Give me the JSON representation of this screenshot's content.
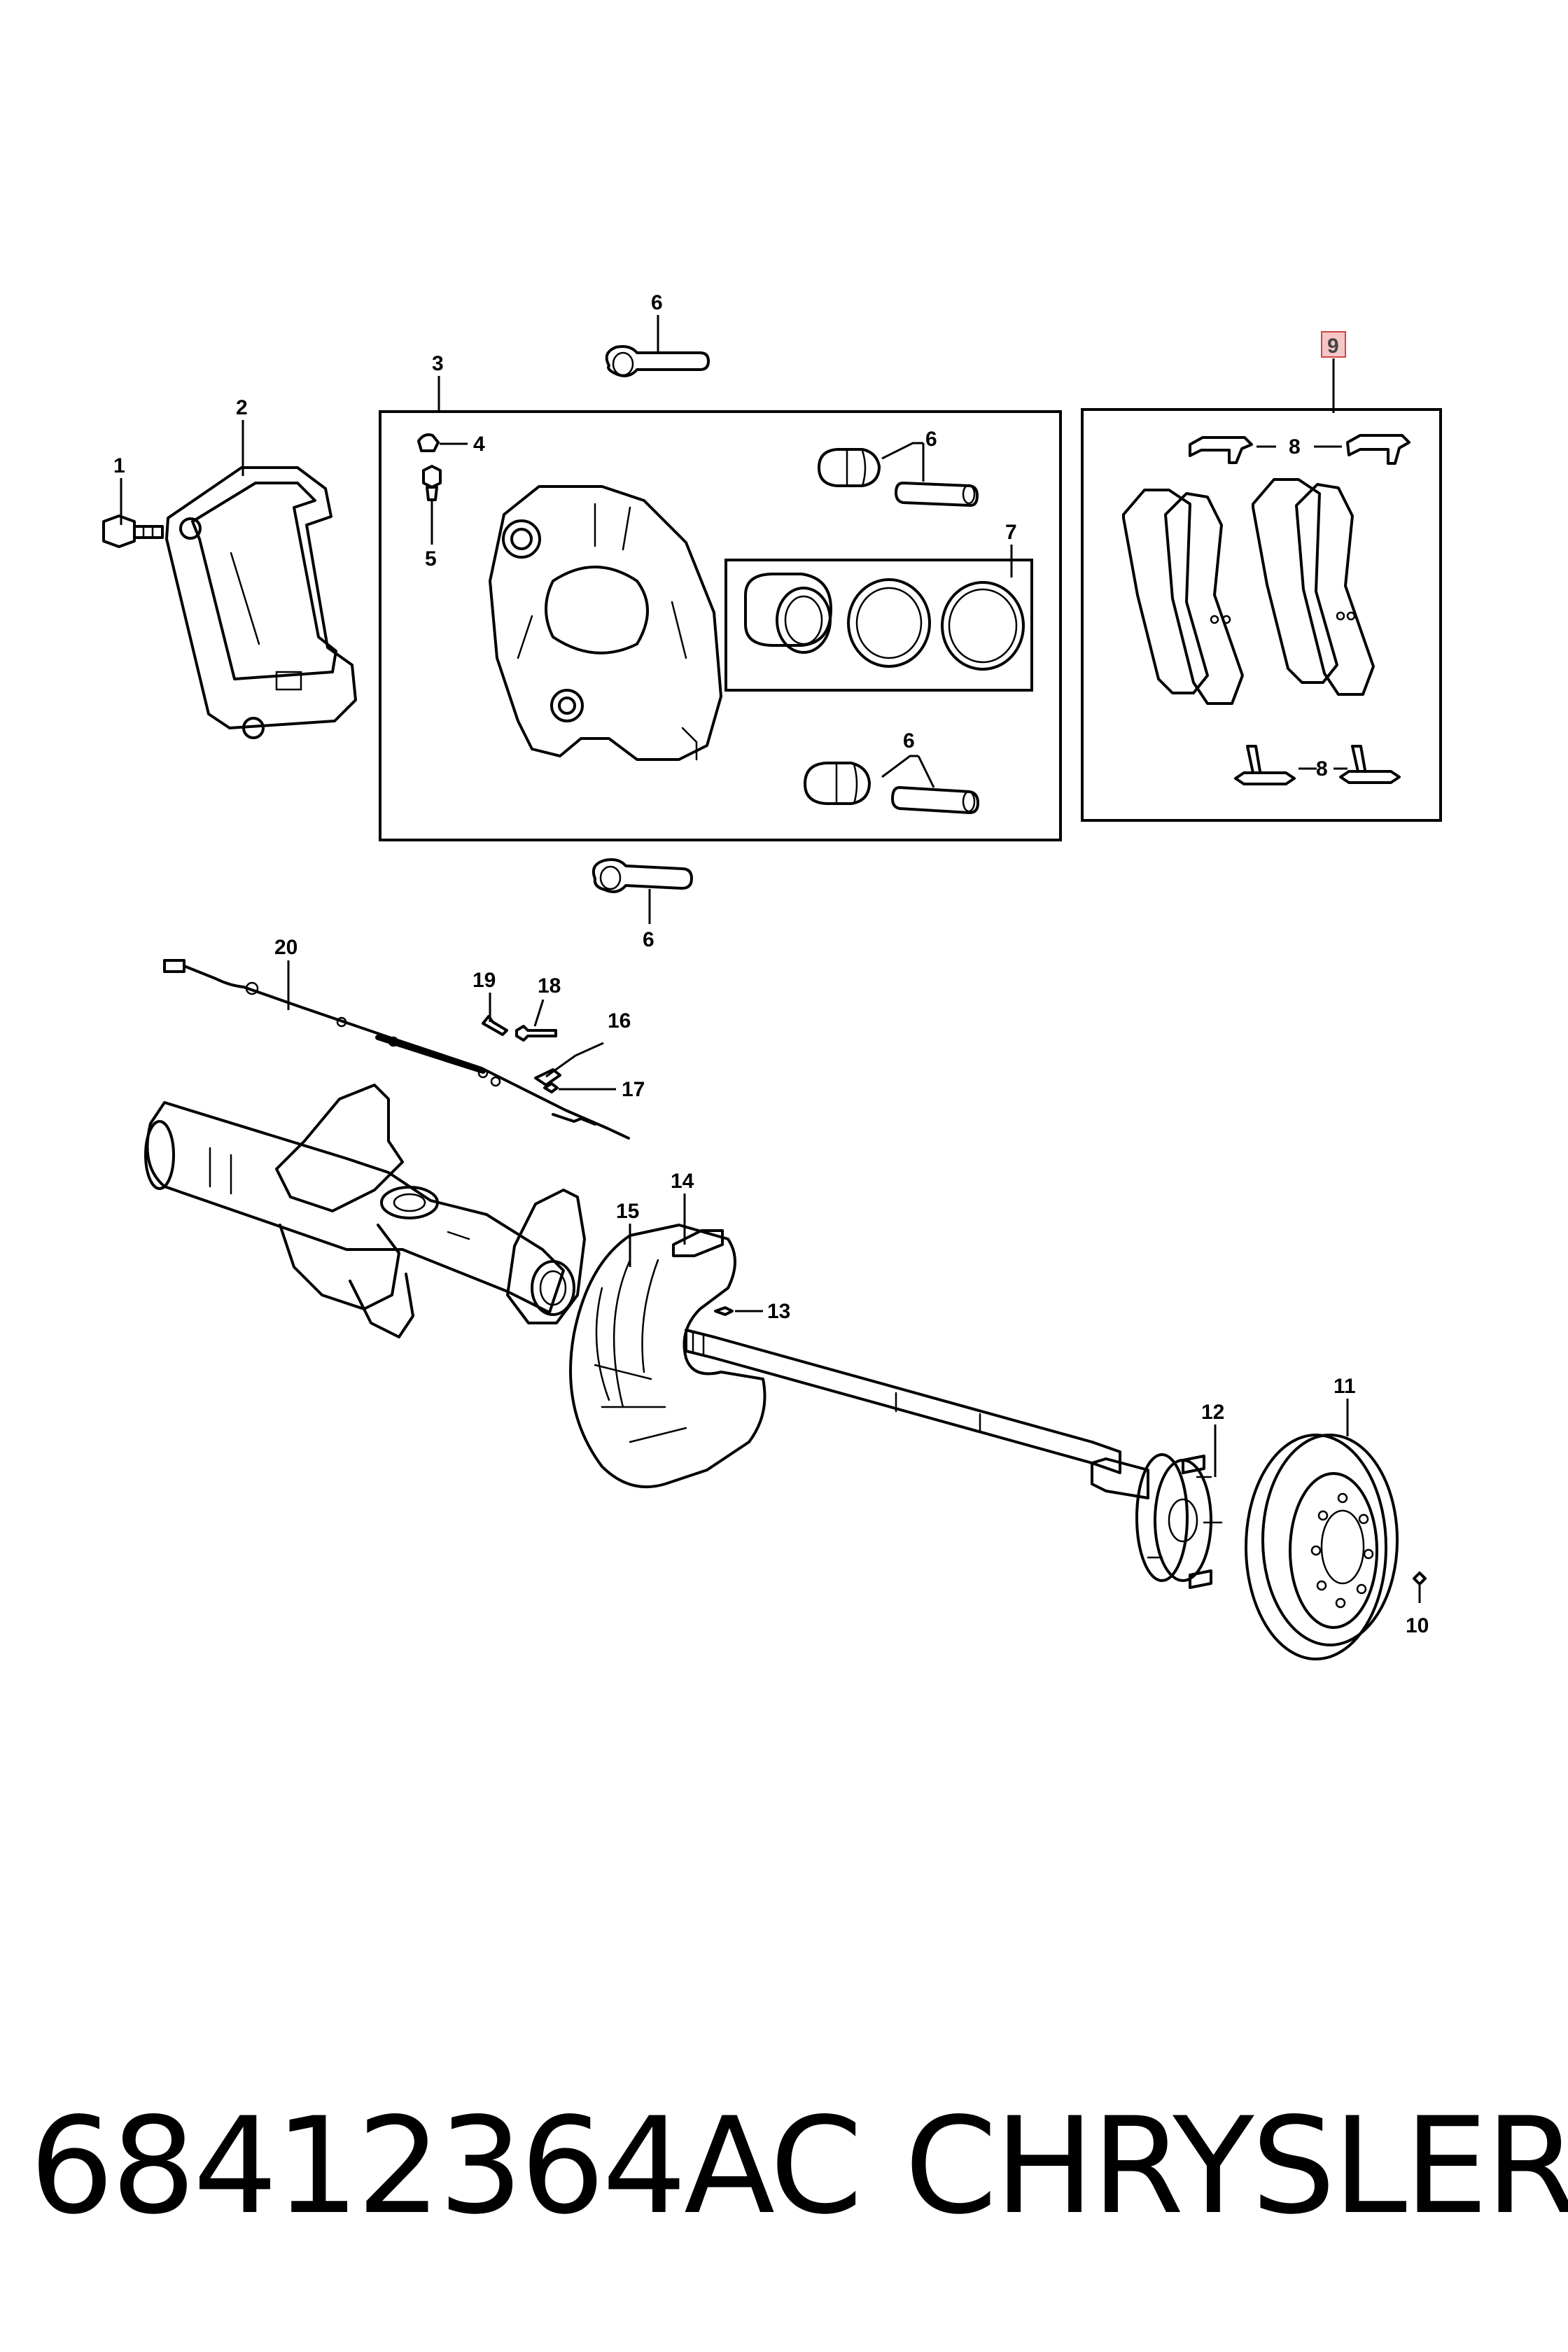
{
  "callouts": {
    "c1": "1",
    "c2": "2",
    "c3": "3",
    "c4": "4",
    "c5": "5",
    "c6": "6",
    "c7": "7",
    "c8": "8",
    "c9": "9",
    "c10": "10",
    "c11": "11",
    "c12": "12",
    "c13": "13",
    "c14": "14",
    "c15": "15",
    "c16": "16",
    "c17": "17",
    "c18": "18",
    "c19": "19",
    "c20": "20"
  },
  "highlighted_callout": "9",
  "colors": {
    "highlight_fill": "#f4c6c6",
    "highlight_stroke": "#d04545",
    "ink": "#000000"
  },
  "footer": {
    "part_number": "68412364AC",
    "brand": "CHRYSLER"
  }
}
